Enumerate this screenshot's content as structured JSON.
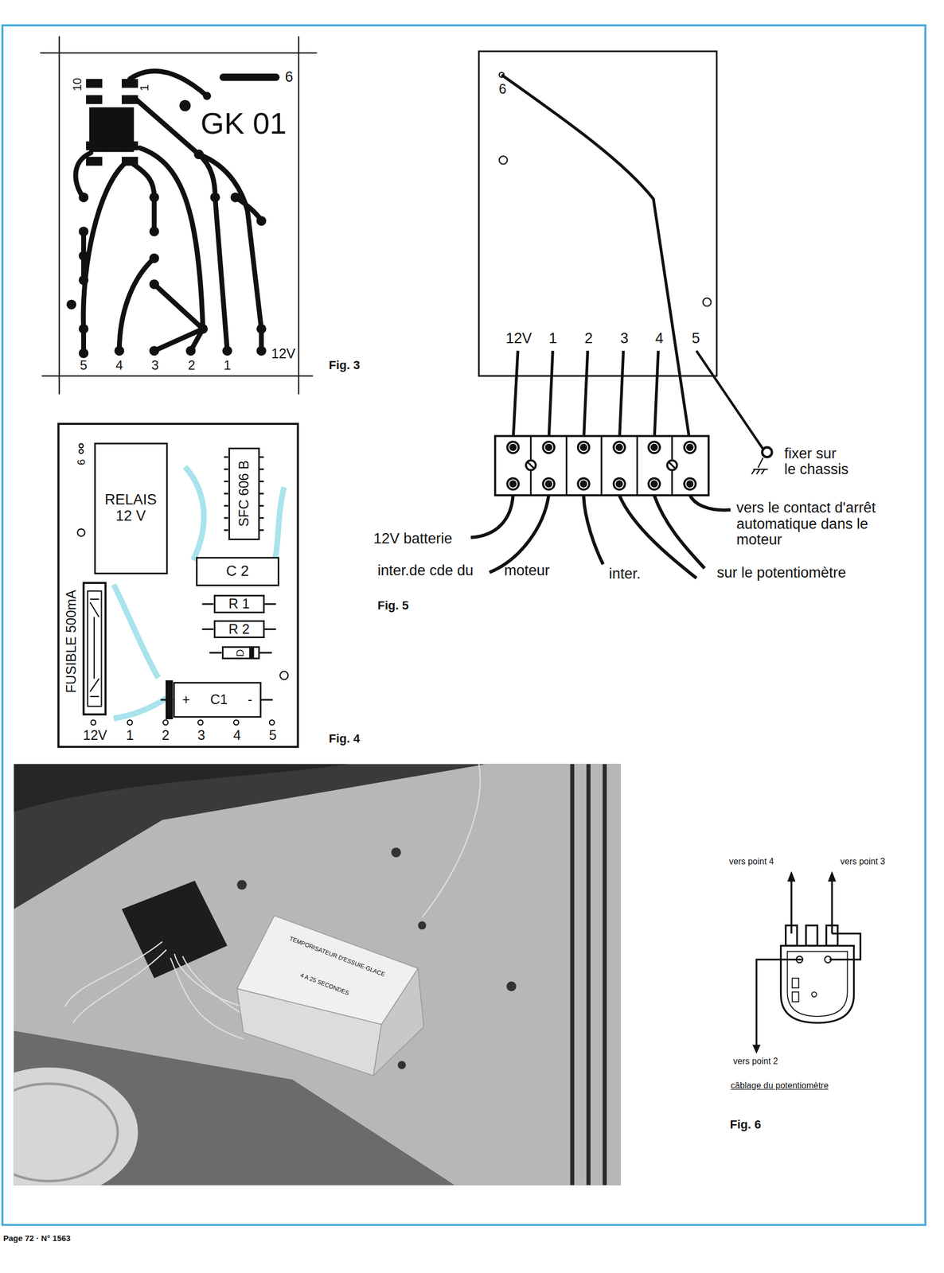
{
  "diagram": {
    "nodes": [
      {
        "text": [
          "RELAIS 12 V"
        ]
      },
      {
        "text": [
          "SFC 606 B"
        ]
      },
      {
        "text": [
          "C 2"
        ]
      },
      {
        "text": [
          "R 1"
        ]
      },
      {
        "text": [
          "R 2"
        ]
      },
      {
        "text": [
          "D"
        ]
      },
      {
        "text": [
          "+",
          "C1",
          "-"
        ]
      }
    ],
    "labels": [
      "10",
      "1",
      "6",
      "GK 01",
      "5",
      "4",
      "3",
      "2",
      "1",
      "12V",
      "Fig. 3",
      "6",
      "FUSIBLE 500mA",
      "12V",
      "1",
      "2",
      "3",
      "4",
      "5",
      "Fig. 4",
      "6",
      "12V",
      "1",
      "2",
      "3",
      "4",
      "5",
      "fixer sur le chassis",
      "vers le contact d'arrêt automatique dans le moteur",
      "12V batterie",
      "inter.de cde du",
      "moteur",
      "inter.",
      "sur le potentiomètre",
      "Fig. 5",
      "TEMPORISATEUR D'ESSUIE-GLACE",
      "4 A 25 SECONDES",
      "vers point 4",
      "vers point 3",
      "vers point 2",
      "câblage du potentiomètre",
      "Fig. 6",
      "Page 72 · N° 1563"
    ]
  }
}
